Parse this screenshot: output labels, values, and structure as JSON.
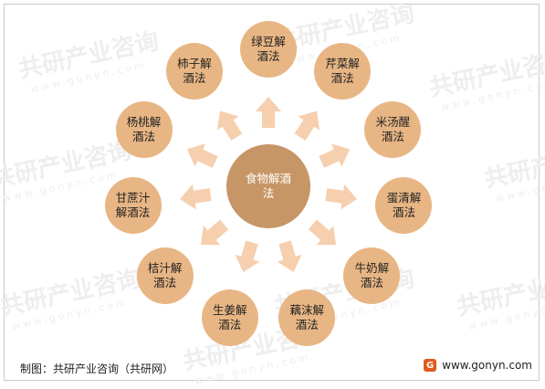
{
  "colors": {
    "center": "#c79666",
    "node": "#e8b684",
    "arrow": "#f6cfae",
    "brand": "#e05a1e"
  },
  "watermark": {
    "text": "共研产业咨询",
    "sub": "www.gonyn.com"
  },
  "center": {
    "label": "食物解酒法"
  },
  "nodes": [
    {
      "label": "绿豆解酒法"
    },
    {
      "label": "芹菜解酒法"
    },
    {
      "label": "米汤醒酒法"
    },
    {
      "label": "蛋清解酒法"
    },
    {
      "label": "牛奶解酒法"
    },
    {
      "label": "藕沫解酒法"
    },
    {
      "label": "生姜解酒法"
    },
    {
      "label": "桔汁解酒法"
    },
    {
      "label": "甘蔗汁解酒法"
    },
    {
      "label": "杨桃解酒法"
    },
    {
      "label": "柿子解酒法"
    }
  ],
  "footer": {
    "source": "制图：共研产业咨询（共研网）",
    "logo_icon": "gonyn-logo-icon",
    "website": "www.gonyn.com"
  }
}
